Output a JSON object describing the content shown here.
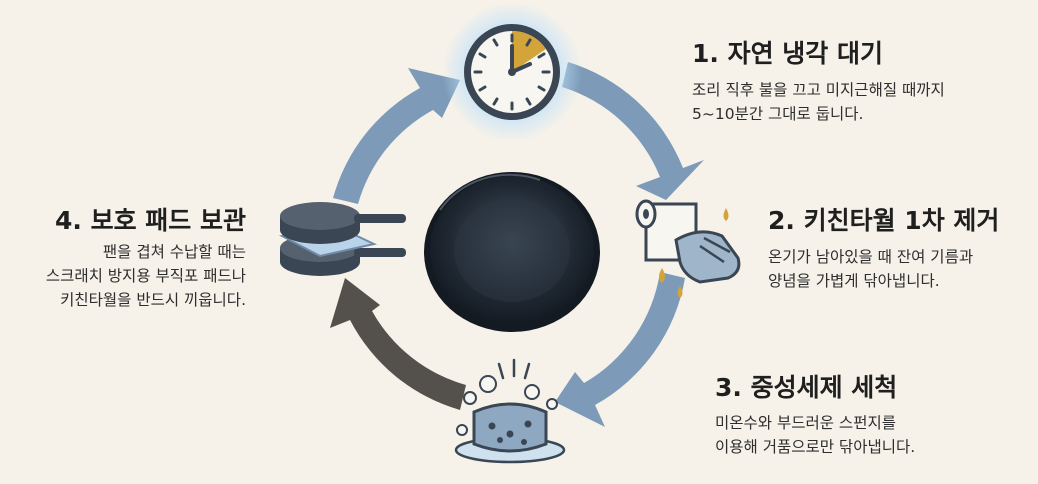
{
  "steps": [
    {
      "title": "1. 자연 냉각 대기",
      "desc": [
        "조리 직후 불을 끄고 미지근해질 때까지",
        "5~10분간 그대로 둡니다."
      ],
      "icon": "clock-icon"
    },
    {
      "title": "2. 키친타월 1차 제거",
      "desc": [
        "온기가 남아있을 때 잔여 기름과",
        "양념을 가볍게 닦아냅니다."
      ],
      "icon": "paper-towel-icon"
    },
    {
      "title": "3. 중성세제 세척",
      "desc": [
        "미온수와 부드러운 스펀지를",
        "이용해 거품으로만 닦아냅니다."
      ],
      "icon": "sponge-icon"
    },
    {
      "title": "4. 보호 패드 보관",
      "desc": [
        "팬을 겹쳐 수납할 때는",
        "스크래치 방지용 부직포 패드나",
        "키친타월을 반드시 끼웁니다."
      ],
      "icon": "stacked-pans-icon"
    }
  ],
  "center_icon": "frying-pan-icon",
  "colors": {
    "background": "#f6f2e9",
    "arrow_blue": "#7d9bb8",
    "arrow_dark": "#54504c",
    "icon_dark": "#3a4654",
    "accent_gold": "#d3a43a",
    "glow_blue": "#9ec9ef"
  }
}
